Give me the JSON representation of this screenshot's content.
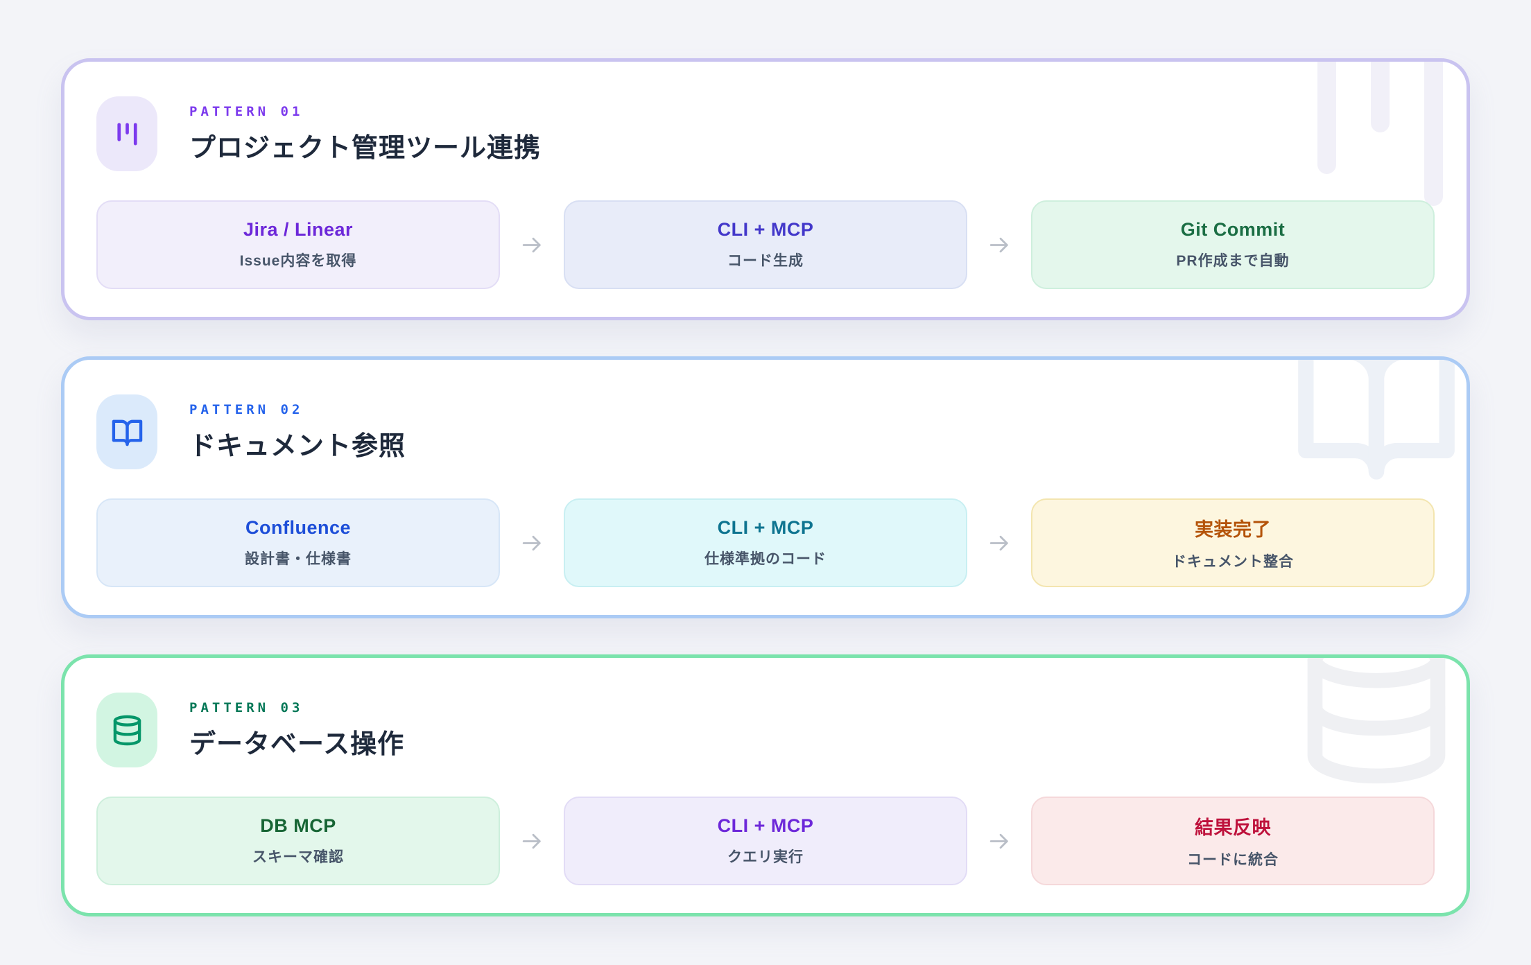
{
  "page": {
    "background": "#F3F4F8"
  },
  "arrow_color": "#B9BEC7",
  "text_colors": {
    "card_title": "#1E293B",
    "step_subtitle": "#475569"
  },
  "cards": [
    {
      "label": "PATTERN 01",
      "title": "プロジェクト管理ツール連携",
      "icon": "kanban-icon",
      "accent": {
        "border": "#C9C3F0",
        "label": "#7C3AED",
        "icon": "#7C3AED",
        "icon_bg": "#ECE8FA",
        "watermark": "#F1F0F8"
      },
      "steps": [
        {
          "title": "Jira / Linear",
          "subtitle": "Issue内容を取得",
          "color": "#6D28D9",
          "bg": "#F2EFFB",
          "border": "#E3DDF6"
        },
        {
          "title": "CLI + MCP",
          "subtitle": "コード生成",
          "color": "#4338CA",
          "bg": "#E8ECF9",
          "border": "#D8DFF3"
        },
        {
          "title": "Git Commit",
          "subtitle": "PR作成まで自動",
          "color": "#1B6E44",
          "bg": "#E4F7EC",
          "border": "#CEEFDD"
        }
      ]
    },
    {
      "label": "PATTERN 02",
      "title": "ドキュメント参照",
      "icon": "book-open-icon",
      "accent": {
        "border": "#ABCBF5",
        "label": "#2563EB",
        "icon": "#2563EB",
        "icon_bg": "#DBEAFB",
        "watermark": "#EDF1F7"
      },
      "steps": [
        {
          "title": "Confluence",
          "subtitle": "設計書・仕様書",
          "color": "#1D4ED8",
          "bg": "#E9F1FB",
          "border": "#D7E6F7"
        },
        {
          "title": "CLI + MCP",
          "subtitle": "仕様準拠のコード",
          "color": "#0E7490",
          "bg": "#E0F8FA",
          "border": "#C8EFF2"
        },
        {
          "title": "実装完了",
          "subtitle": "ドキュメント整合",
          "color": "#B45309",
          "bg": "#FDF6DF",
          "border": "#F3E5AF"
        }
      ]
    },
    {
      "label": "PATTERN 03",
      "title": "データベース操作",
      "icon": "database-icon",
      "accent": {
        "border": "#7BE3AC",
        "label": "#047857",
        "icon": "#059669",
        "icon_bg": "#D2F5E2",
        "watermark": "#EFF0F3"
      },
      "steps": [
        {
          "title": "DB MCP",
          "subtitle": "スキーマ確認",
          "color": "#166534",
          "bg": "#E3F7EB",
          "border": "#CDEFDC"
        },
        {
          "title": "CLI + MCP",
          "subtitle": "クエリ実行",
          "color": "#6D28D9",
          "bg": "#F0EDFB",
          "border": "#E2DCF6"
        },
        {
          "title": "結果反映",
          "subtitle": "コードに統合",
          "color": "#BE123C",
          "bg": "#FBEAEA",
          "border": "#F5D8DA"
        }
      ]
    }
  ]
}
